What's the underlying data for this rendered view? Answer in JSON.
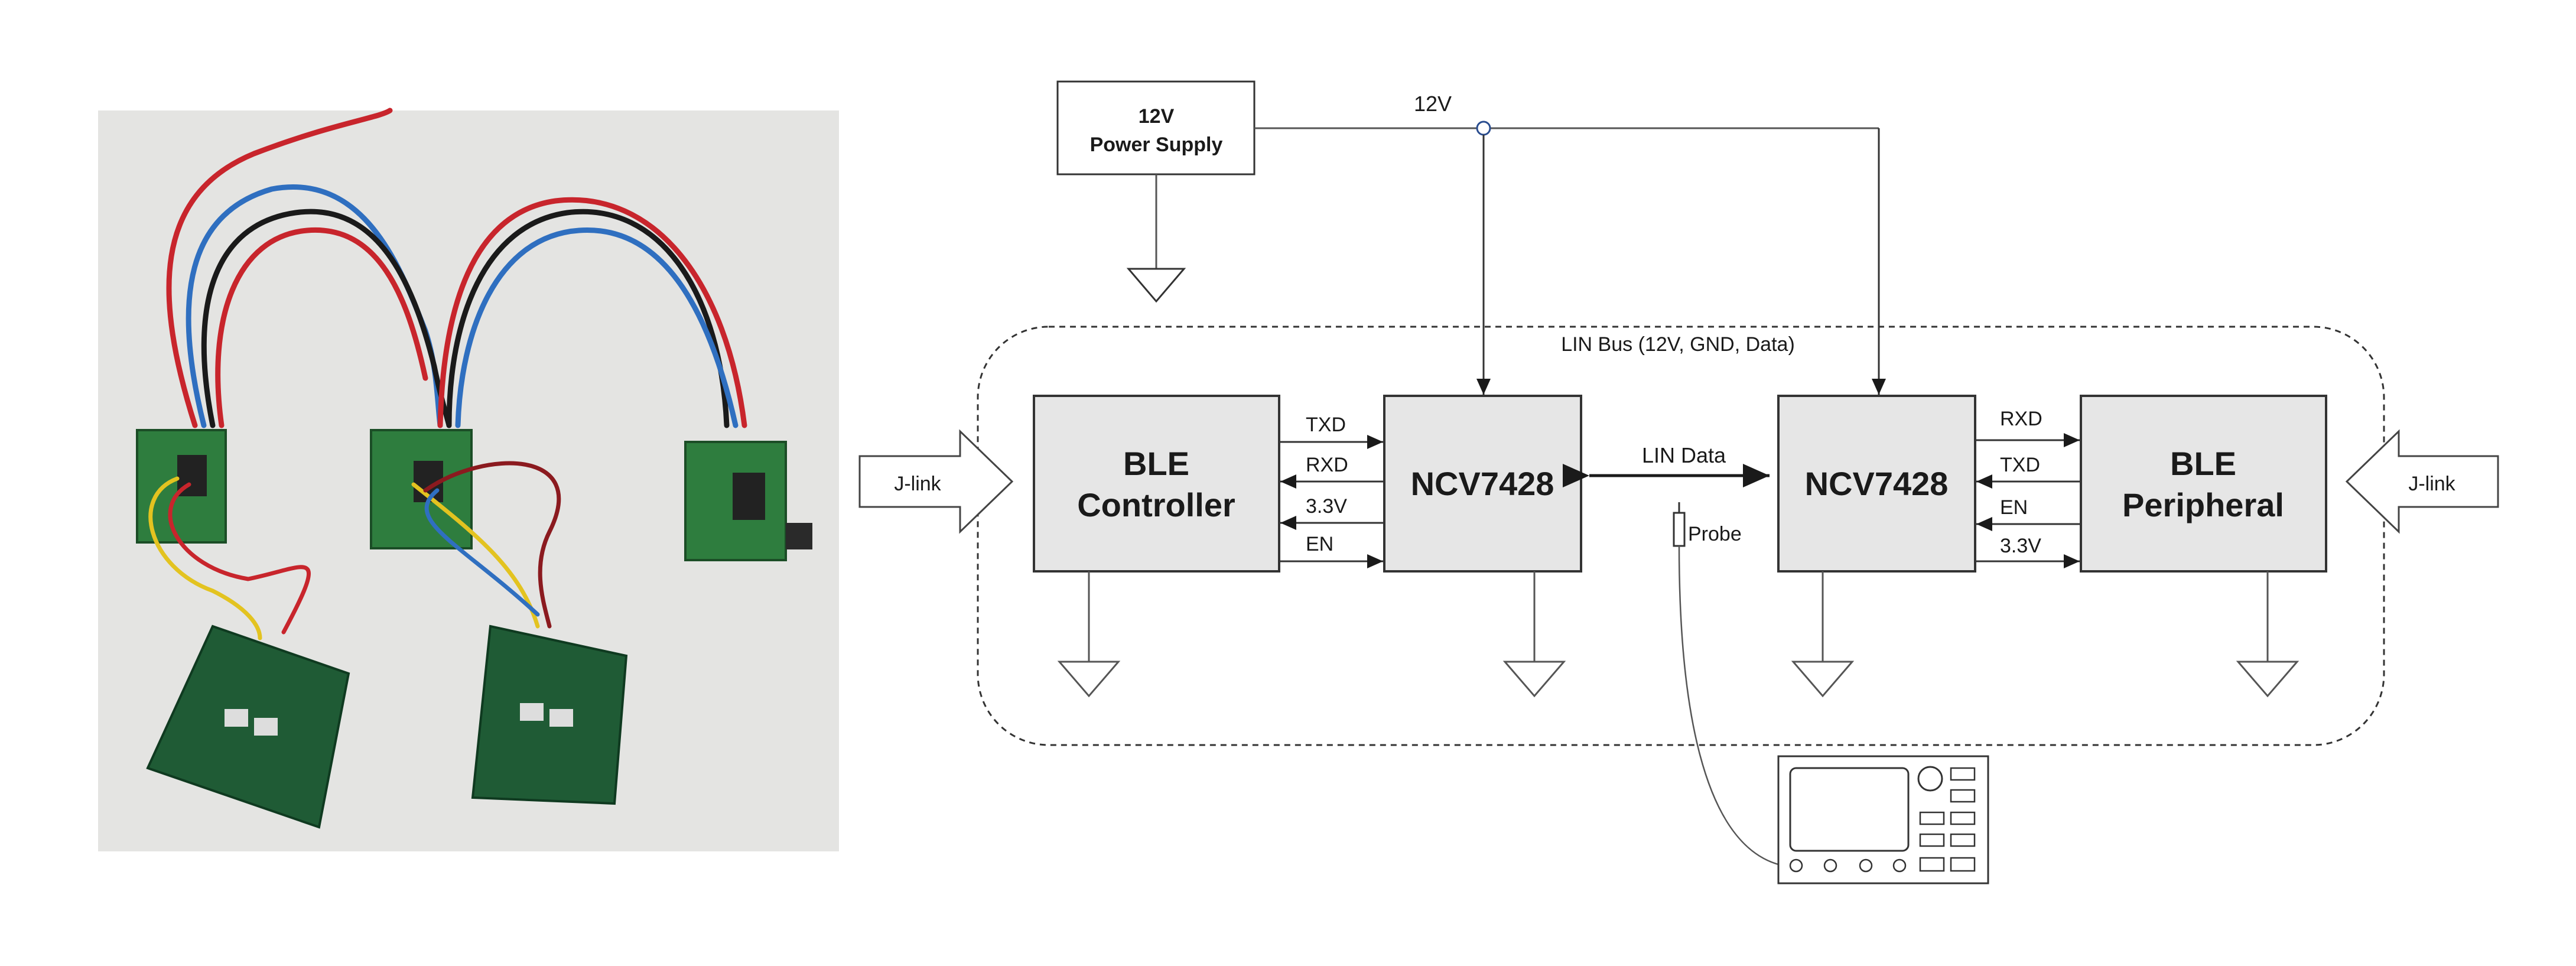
{
  "photo": {
    "description_icons": [
      "pcb-board-icon",
      "arduino-board-icon",
      "wire-icon"
    ]
  },
  "diagram": {
    "power_supply": {
      "line1": "12V",
      "line2": "Power Supply"
    },
    "rail_label": "12V",
    "bus_label": "LIN Bus (12V, GND, Data)",
    "blocks": {
      "ble_controller": {
        "line1": "BLE",
        "line2": "Controller"
      },
      "ncv_left": "NCV7428",
      "ncv_right": "NCV7428",
      "ble_peripheral": {
        "line1": "BLE",
        "line2": "Peripheral"
      }
    },
    "left_signals": [
      "TXD",
      "RXD",
      "3.3V",
      "EN"
    ],
    "right_signals": [
      "RXD",
      "TXD",
      "EN",
      "3.3V"
    ],
    "lin_data_label": "LIN Data",
    "probe_label": "Probe",
    "jlink_left": "J-link",
    "jlink_right": "J-link",
    "icons": [
      "ground-icon",
      "oscilloscope-icon",
      "probe-icon",
      "arrow-icon"
    ]
  }
}
